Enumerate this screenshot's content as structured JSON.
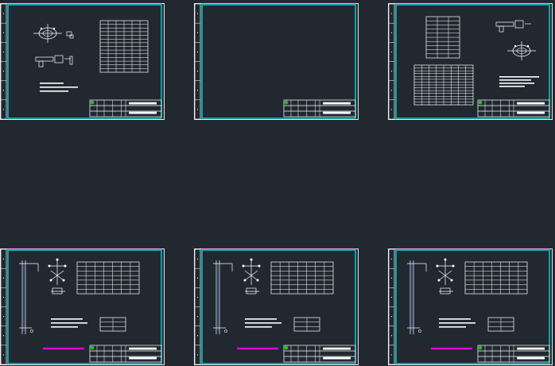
{
  "app": {
    "view": "cad-model-space",
    "background_color": "#212830",
    "colors": {
      "sheet_border": "#ffffff",
      "frame_border": "#00e5e5",
      "linework": "#ffffff",
      "highlight_line": "#e000e0",
      "title_block_logo": "#22c022",
      "accent_blue": "#4a7dff"
    }
  },
  "drawing_sheets": [
    {
      "id": "sheet-1",
      "row": 1,
      "col": 1,
      "variant": "top-a",
      "has_magenta_line": false
    },
    {
      "id": "sheet-2",
      "row": 1,
      "col": 2,
      "variant": "top-b",
      "has_magenta_line": false
    },
    {
      "id": "sheet-3",
      "row": 1,
      "col": 3,
      "variant": "top-c",
      "has_magenta_line": false
    },
    {
      "id": "sheet-4",
      "row": 2,
      "col": 1,
      "variant": "bottom",
      "has_magenta_line": true
    },
    {
      "id": "sheet-5",
      "row": 2,
      "col": 2,
      "variant": "bottom",
      "has_magenta_line": true
    },
    {
      "id": "sheet-6",
      "row": 2,
      "col": 3,
      "variant": "bottom",
      "has_magenta_line": true
    }
  ]
}
